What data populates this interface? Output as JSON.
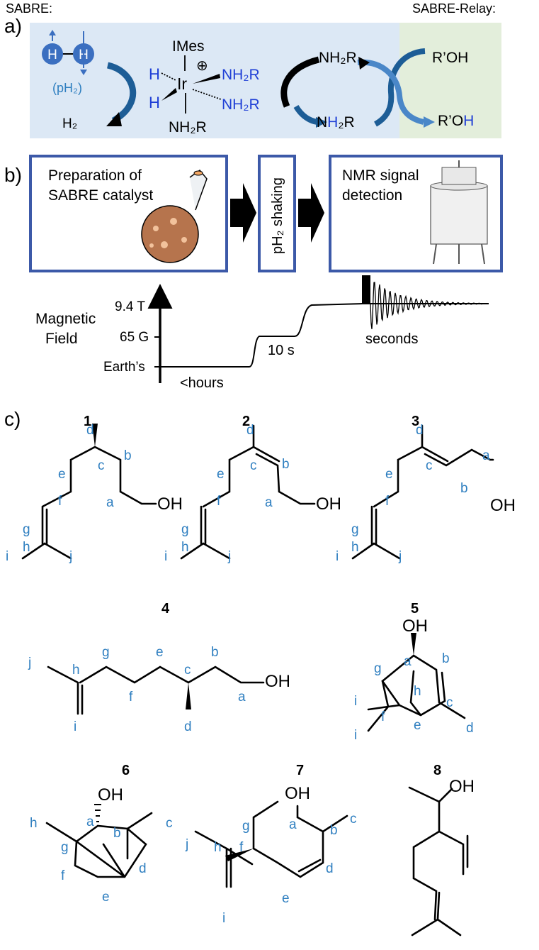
{
  "panel_labels": {
    "a": "a)",
    "b": "b)",
    "c": "c)"
  },
  "section_a": {
    "sabre_label": "SABRE:",
    "relay_label": "SABRE-Relay:",
    "h_left": "H",
    "h_right": "H",
    "ph2_label": "(pH₂)",
    "h2_label": "H₂",
    "imes_label": "IMes",
    "plus_label": "⊕",
    "ir_label": "Ir",
    "hydride_top": "H",
    "hydride_bottom": "H",
    "ligand_right_top": "NH₂R",
    "ligand_right_bottom": "NH₂R",
    "ligand_bottom": "NH₂R",
    "cycle_top": "NH₂R",
    "cycle_bottom_n": "N",
    "cycle_bottom_h": "H",
    "cycle_bottom_rest": "₂R",
    "relay_top": "R’OH",
    "relay_bottom_main": "R’O",
    "relay_bottom_h": "H",
    "colors": {
      "panel_bg": "#dce8f5",
      "relay_bg": "#e3eedb",
      "blue_arrow": "#1d5d96",
      "hydrogen_blue": "#1f3fd6"
    }
  },
  "section_b": {
    "box1_text": [
      "Preparation of",
      "SABRE catalyst"
    ],
    "box2_text": "pH₂ shaking",
    "box3_text": [
      "NMR signal",
      "detection"
    ],
    "axis_title": [
      "Magnetic",
      "Field"
    ],
    "ticks": [
      "9.4 T",
      "65 G",
      "Earth’s"
    ],
    "time_labels": {
      "first": "<hours",
      "second": "10 s",
      "third": "seconds"
    }
  },
  "section_c": {
    "compounds": [
      {
        "number": "1",
        "labels": [
          "d",
          "c",
          "b",
          "e",
          "f",
          "a",
          "g",
          "h",
          "i",
          "j"
        ],
        "oh": "OH"
      },
      {
        "number": "2",
        "labels": [
          "d",
          "c",
          "e",
          "b",
          "f",
          "a",
          "g",
          "h",
          "i",
          "j"
        ],
        "oh": "OH"
      },
      {
        "number": "3",
        "labels": [
          "d",
          "a",
          "c",
          "e",
          "b",
          "f",
          "g",
          "h",
          "i",
          "j"
        ],
        "oh": "OH"
      },
      {
        "number": "4",
        "labels": [
          "j",
          "h",
          "g",
          "e",
          "f",
          "c",
          "b",
          "a",
          "i",
          "d"
        ],
        "oh": "OH"
      },
      {
        "number": "5",
        "labels": [
          "a",
          "b",
          "g",
          "h",
          "c",
          "i",
          "f",
          "i",
          "e",
          "d"
        ],
        "oh": "OH"
      },
      {
        "number": "6",
        "labels": [
          "h",
          "a",
          "b",
          "c",
          "g",
          "f",
          "d",
          "e"
        ],
        "oh": "OH"
      },
      {
        "number": "7",
        "labels": [
          "a",
          "b",
          "c",
          "g",
          "f",
          "j",
          "h",
          "d",
          "e",
          "i"
        ],
        "oh": "OH"
      },
      {
        "number": "8",
        "labels": [],
        "oh": "OH"
      }
    ]
  }
}
